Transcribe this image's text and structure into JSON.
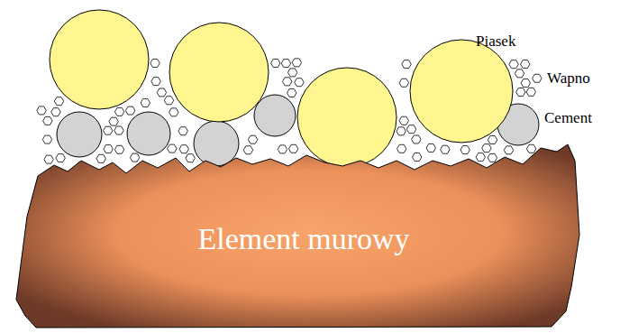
{
  "diagram": {
    "nodes": [
      {
        "text": [
          "Element murowy"
        ]
      }
    ],
    "labels": [
      "Piasek",
      "Wapno",
      "Cement"
    ]
  }
}
